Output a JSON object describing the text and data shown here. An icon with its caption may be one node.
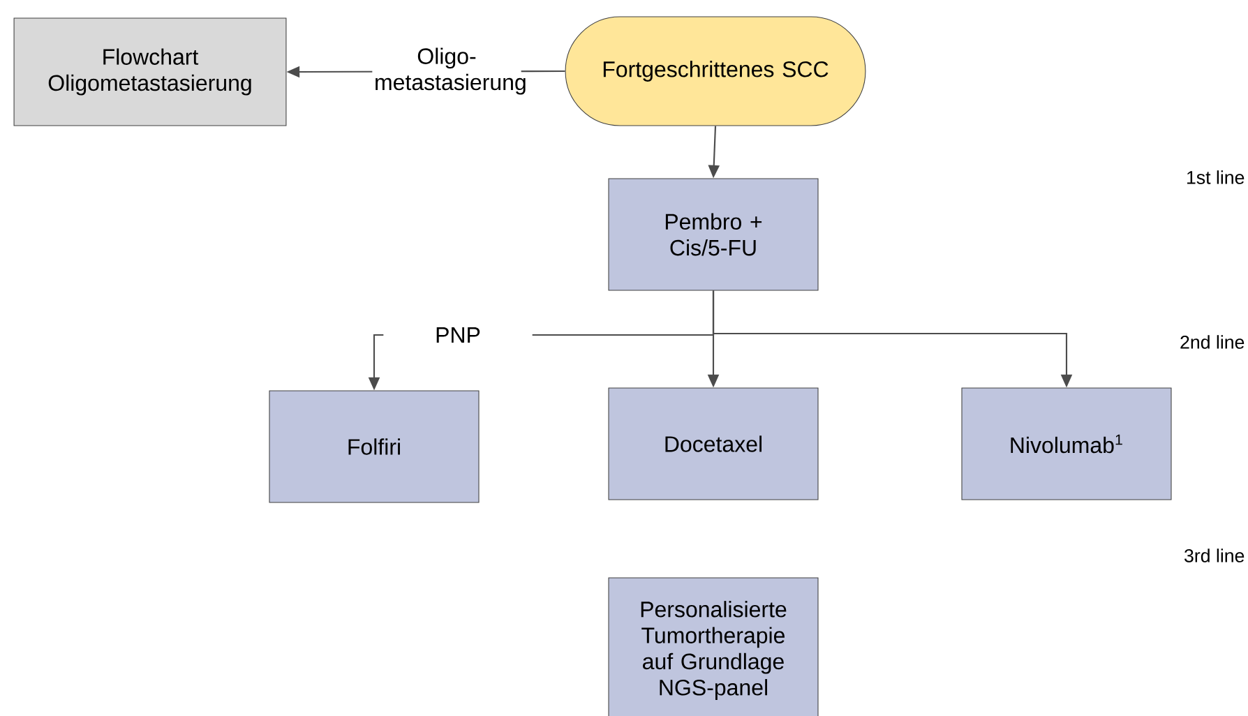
{
  "diagram": {
    "nodes": [
      {
        "text": [
          "Flowchart Oligometastasierung"
        ]
      },
      {
        "text": [
          "Fortgeschrittenes SCC"
        ]
      },
      {
        "text": [
          "Pembro + Cis/5-FU"
        ]
      },
      {
        "text": [
          "Folfiri"
        ]
      },
      {
        "text": [
          "Docetaxel"
        ]
      },
      {
        "text": [
          "Nivolumab$^{1}$"
        ]
      },
      {
        "text": [
          "Personalisierte Tumortherapie auf Grundlage NGS-panel"
        ]
      }
    ],
    "edges": [
      {
        "from": 1,
        "to": 0,
        "arrow": "to",
        "label": "Oligo- metastasierung"
      },
      {
        "from": 1,
        "to": 2,
        "arrow": "to"
      },
      {
        "from": 2,
        "to": 3,
        "arrow": "to",
        "label": "PNP"
      },
      {
        "from": 2,
        "to": 4,
        "arrow": "to"
      },
      {
        "from": 2,
        "to": 5,
        "arrow": "to"
      }
    ],
    "labels": [
      "1st line",
      "2nd line",
      "3rd line"
    ]
  }
}
